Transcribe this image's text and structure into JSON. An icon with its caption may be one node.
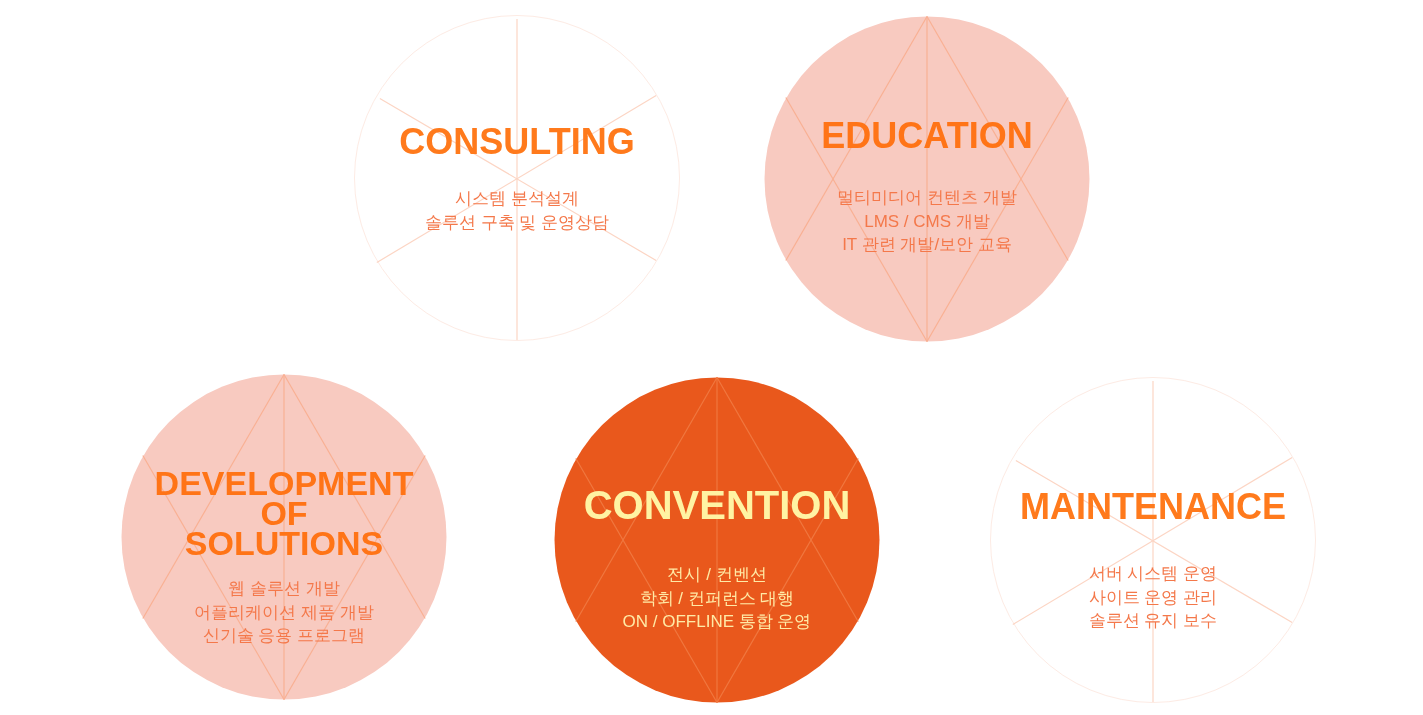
{
  "diagram": {
    "nodes": [
      {
        "text": [
          "CONSULTING",
          "시스템 분석설계",
          "솔루션 구축 및 운영상담"
        ]
      },
      {
        "text": [
          "EDUCATION",
          "멀티미디어 컨텐츠 개발",
          "LMS / CMS 개발",
          "IT 관련 개발/보안 교육"
        ]
      },
      {
        "text": [
          "DEVELOPMENT OF SOLUTIONS",
          "웹 솔루션 개발",
          "어플리케이션 제품 개발",
          "신기술 응용 프로그램"
        ]
      },
      {
        "text": [
          "CONVENTION",
          "전시 / 컨벤션",
          "학회 / 컨퍼런스 대행",
          "ON / OFFLINE 통합 운영"
        ]
      },
      {
        "text": [
          "MAINTENANCE",
          "서버 시스템 운영",
          "사이트 운영 관리",
          "솔루션 유지 보수"
        ]
      }
    ]
  }
}
